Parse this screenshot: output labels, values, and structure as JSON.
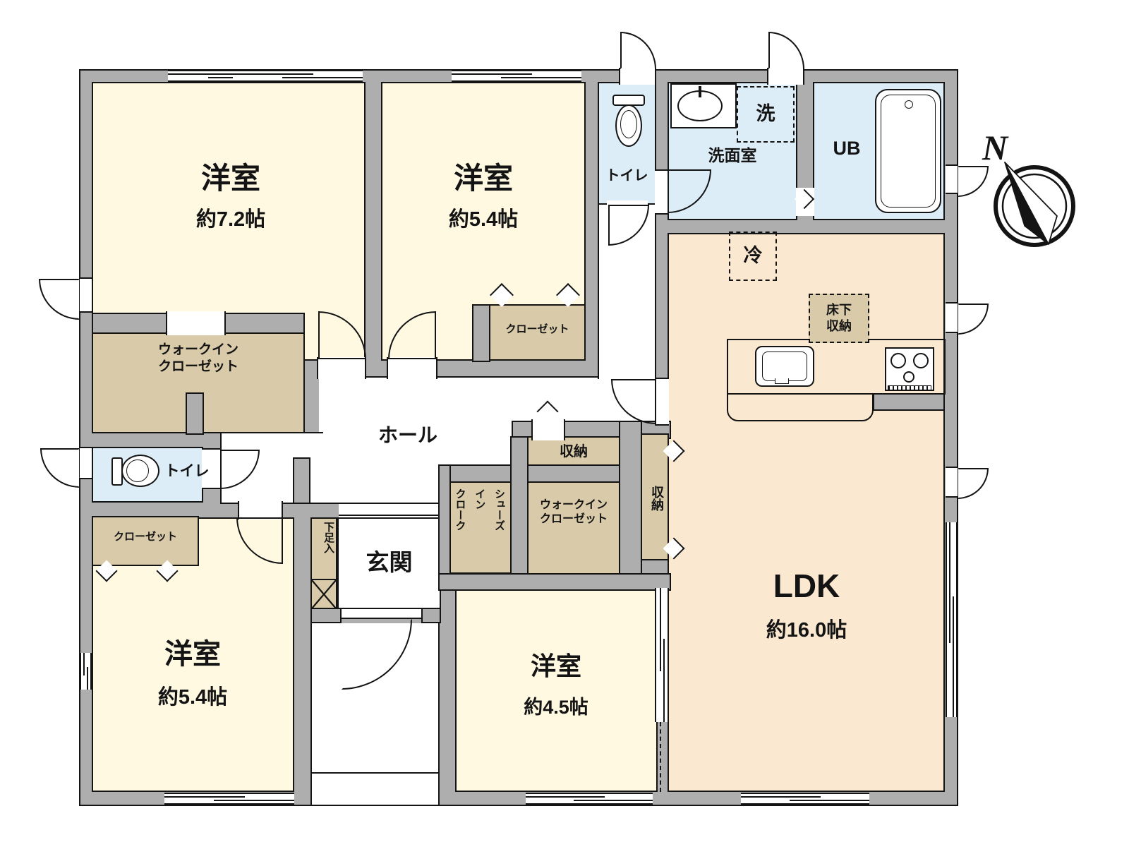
{
  "rooms": {
    "bedroom_top_left": {
      "name": "洋室",
      "size": "約7.2帖"
    },
    "bedroom_top_middle": {
      "name": "洋室",
      "size": "約5.4帖"
    },
    "bedroom_bottom_left": {
      "name": "洋室",
      "size": "約5.4帖"
    },
    "bedroom_bottom_middle": {
      "name": "洋室",
      "size": "約4.5帖"
    },
    "ldk": {
      "name": "LDK",
      "size": "約16.0帖"
    },
    "hall": {
      "name": "ホール"
    },
    "entrance": {
      "name": "玄関"
    },
    "washroom": {
      "name": "洗面室"
    },
    "unit_bath": {
      "name": "UB"
    },
    "toilet_top": {
      "name": "トイレ"
    },
    "toilet_left": {
      "name": "トイレ"
    },
    "wic_left": {
      "name": "ウォークイン\nクローゼット"
    },
    "wic_center": {
      "name": "ウォークイン\nクローゼット"
    },
    "closet_top_middle": {
      "name": "クローゼット"
    },
    "closet_left": {
      "name": "クローゼット"
    },
    "shoes_in_cloak": {
      "name": "シューズ\nイン\nクローク"
    },
    "storage_hall": {
      "name": "収納"
    },
    "storage_ldk": {
      "name": "収納"
    },
    "shoe_cabinet": {
      "name": "下足入"
    }
  },
  "fixtures": {
    "washing_machine": "洗",
    "refrigerator": "冷",
    "underfloor_storage": "床下\n収納"
  },
  "compass": {
    "north": "N"
  },
  "colors": {
    "wall": "#AEAEAE",
    "bedroom": "#FFF9E2",
    "closet": "#D9CBA9",
    "wet_area": "#DCEDF8",
    "ldk": "#FBE8D0",
    "line": "#141414"
  }
}
